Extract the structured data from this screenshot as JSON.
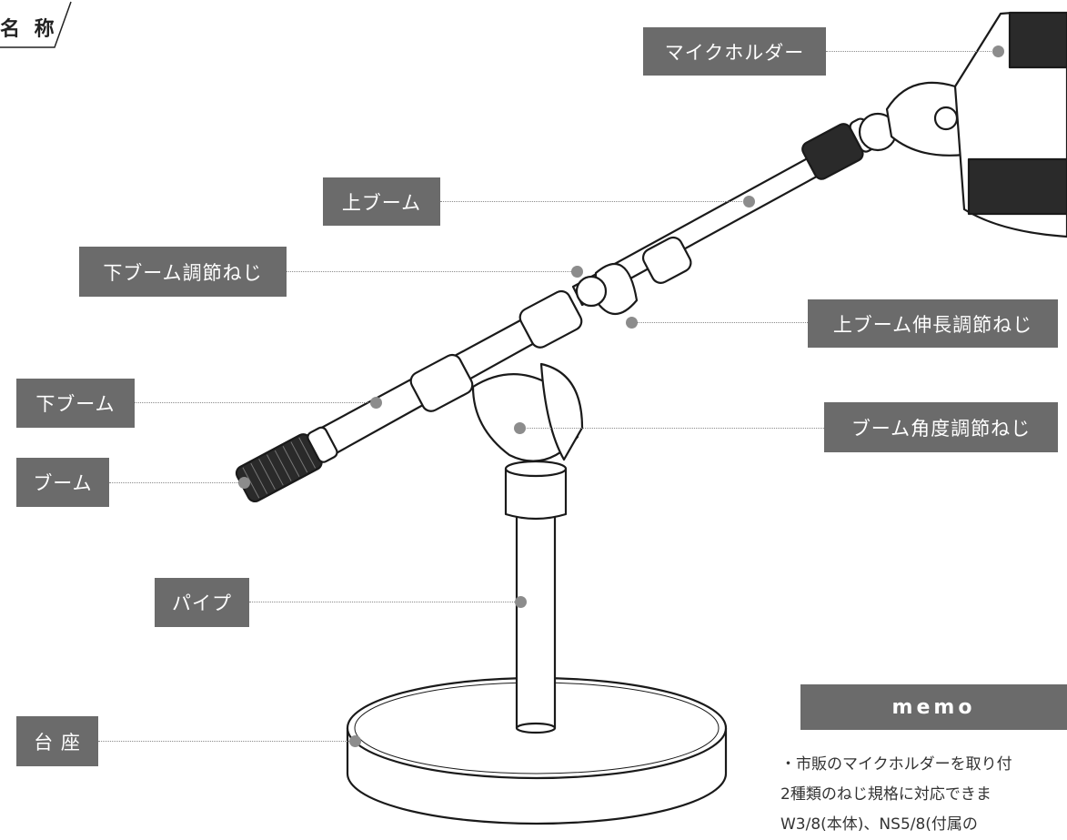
{
  "header": {
    "title": "名 称"
  },
  "labels": {
    "mic_holder": "マイクホルダー",
    "upper_boom": "上ブーム",
    "lower_boom_screw": "下ブーム調節ねじ",
    "upper_boom_ext_screw": "上ブーム伸長調節ねじ",
    "lower_boom": "下ブーム",
    "boom_angle_screw": "ブーム角度調節ねじ",
    "boom": "ブーム",
    "pipe": "パイプ",
    "base": "台 座"
  },
  "memo": {
    "title": "memo",
    "lines": [
      "・市販のマイクホルダーを取り付",
      " 2種類のねじ規格に対応できま",
      " W3/8(本体)、NS5/8(付属の"
    ]
  },
  "colors": {
    "label_bg": "#6b6b6b",
    "dot": "#8c8c8c",
    "line": "#8a8a8a"
  }
}
